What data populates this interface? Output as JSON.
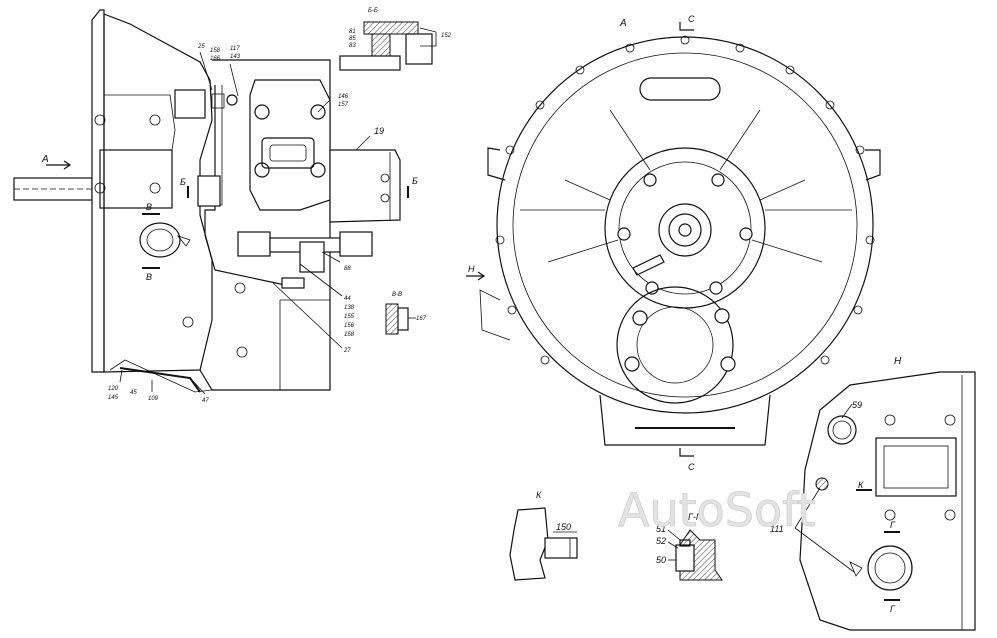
{
  "watermark": "AutoSoft",
  "view_labels": {
    "view_A": "А",
    "view_H": "Н",
    "view_K": "К",
    "section_BB": "Б-Б",
    "section_VV": "В-В",
    "section_GG": "Г-Г"
  },
  "section_markers": {
    "A": "А",
    "B": "Б",
    "V": "В",
    "C": "С",
    "H": "Н",
    "K": "К",
    "G": "Г"
  },
  "left_view_callouts": {
    "c25": "25",
    "c158": "158",
    "c166": "166",
    "c117": "117",
    "c143": "143",
    "c146": "146",
    "c157": "157",
    "c19": "19",
    "c88": "88",
    "c44": "44",
    "c138": "138",
    "c155": "155",
    "c156": "156",
    "c158b": "158",
    "c27": "27",
    "c120": "120",
    "c145": "145",
    "c45": "45",
    "c109": "109",
    "c47": "47"
  },
  "section_bb_callouts": {
    "c81": "81",
    "c85": "85",
    "c83": "83",
    "c152": "152"
  },
  "section_vv_callouts": {
    "c167": "167"
  },
  "view_h_callouts": {
    "c59": "59",
    "c111": "111"
  },
  "view_k_callouts": {
    "c150": "150"
  },
  "section_gg_callouts": {
    "c51": "51",
    "c52": "52",
    "c50": "50"
  }
}
